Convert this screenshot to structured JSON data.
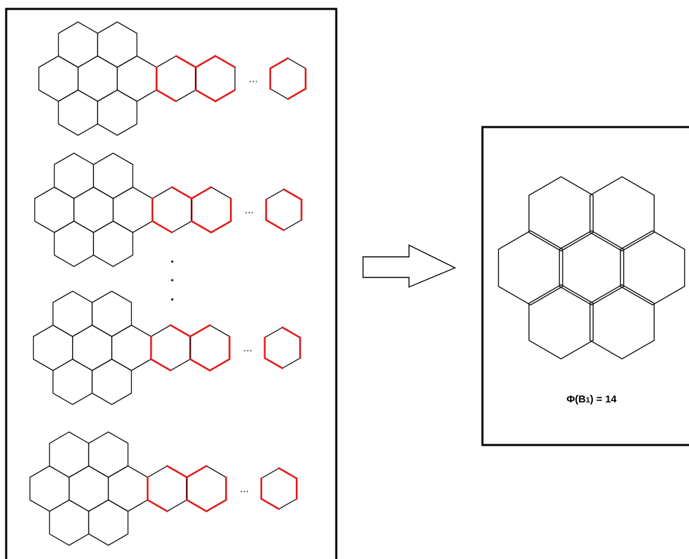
{
  "left_panel": {
    "rows": [
      {
        "name": "benzenoid-row-1",
        "ellipsis": "..."
      },
      {
        "name": "benzenoid-row-2",
        "ellipsis": "..."
      },
      {
        "name": "benzenoid-row-3",
        "ellipsis": "..."
      },
      {
        "name": "benzenoid-row-4",
        "ellipsis": "..."
      }
    ],
    "edge_colors": {
      "normal": "#111111",
      "highlighted": "#e31b1b"
    }
  },
  "arrow": {
    "direction": "right",
    "icon": "hollow-right-arrow-icon"
  },
  "right_panel": {
    "formula": {
      "prefix": "Φ(B",
      "subscript": "1",
      "suffix": ") = 14"
    }
  }
}
